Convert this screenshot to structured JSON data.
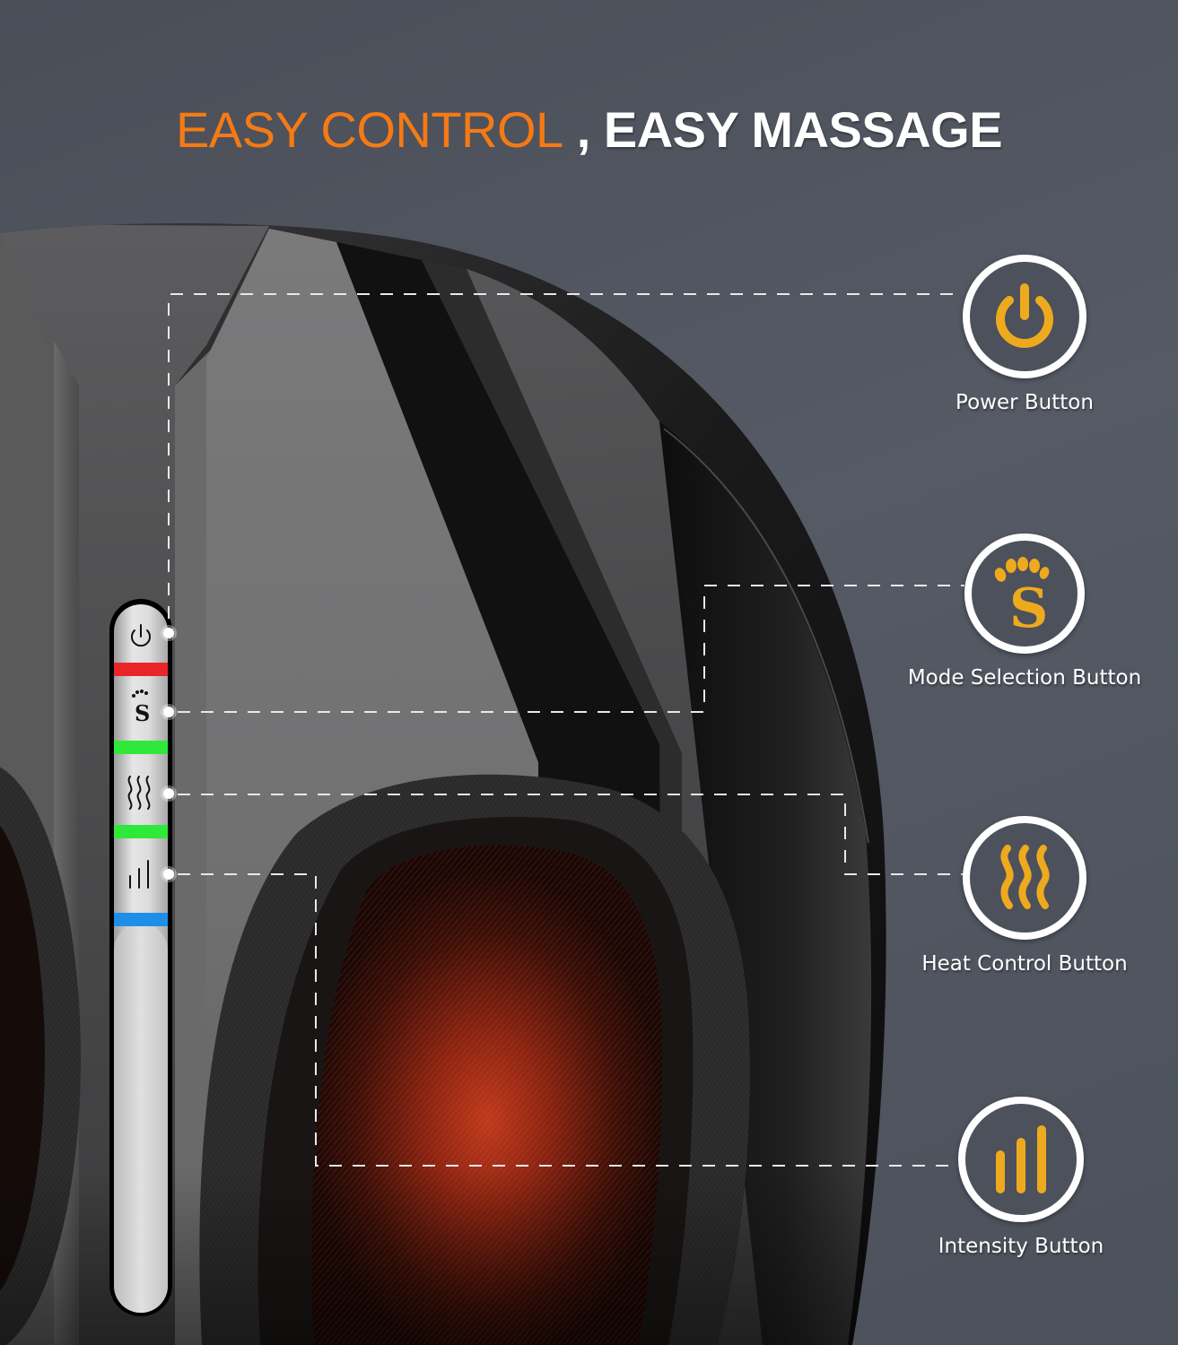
{
  "headline": {
    "part1": "EASY CONTROL",
    "separator": " , ",
    "part2": "EASY MASSAGE"
  },
  "colors": {
    "accent_orange": "#f57a14",
    "icon_gold": "#eeaa1e",
    "background": "#50545e",
    "indicator_red": "#e8262a",
    "indicator_green": "#2ee83a",
    "indicator_blue": "#1e8fe8"
  },
  "callouts": [
    {
      "id": "power",
      "icon": "power-icon",
      "label": "Power Button"
    },
    {
      "id": "mode",
      "icon": "foot-s-mode-icon",
      "label": "Mode Selection Button"
    },
    {
      "id": "heat",
      "icon": "heat-waves-icon",
      "label": "Heat Control Button"
    },
    {
      "id": "intensity",
      "icon": "intensity-bars-icon",
      "label": "Intensity Button"
    }
  ],
  "control_strip": {
    "buttons": [
      {
        "icon": "power-icon",
        "indicator": "red"
      },
      {
        "icon": "foot-s-mode-icon",
        "indicator": "green"
      },
      {
        "icon": "heat-waves-icon",
        "indicator": "green"
      },
      {
        "icon": "intensity-bars-icon",
        "indicator": "blue"
      }
    ]
  }
}
